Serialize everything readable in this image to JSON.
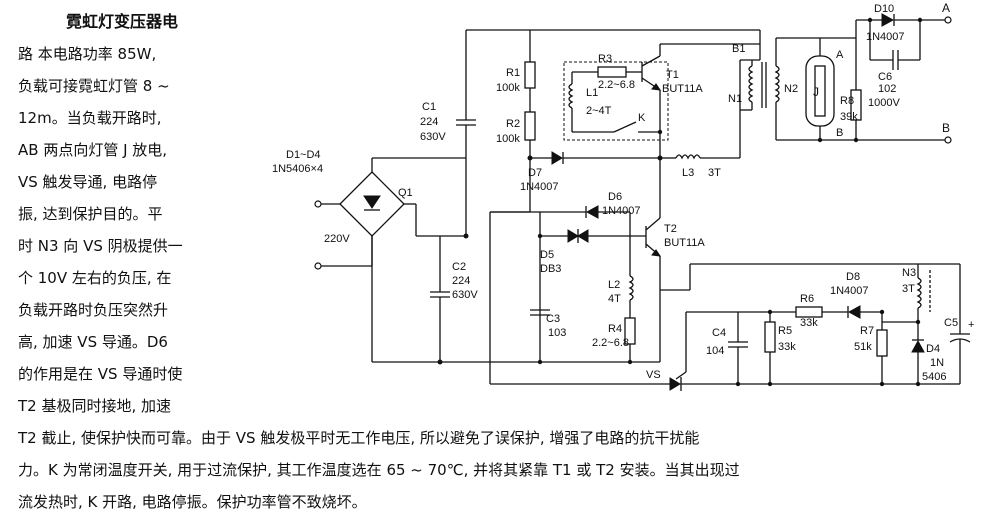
{
  "article": {
    "title": "霓虹灯变压器电",
    "left_lines": [
      "路  本电路功率 85W,",
      "负载可接霓虹灯管 8 ~",
      "12m。当负载开路时,",
      "AB 两点向灯管 J 放电,",
      "VS 触发导通, 电路停",
      "振, 达到保护目的。平",
      "时 N3 向 VS 阴极提供一",
      "个 10V 左右的负压, 在",
      "负载开路时负压突然升",
      "高, 加速 VS 导通。D6",
      "的作用是在 VS 导通时使",
      "T2 基极同时接地, 加速"
    ],
    "bottom_lines": [
      "T2 截止, 使保护快而可靠。由于 VS 触发极平时无工作电压, 所以避免了误保护, 增强了电路的抗干扰能",
      "力。K 为常闭温度开关, 用于过流保护, 其工作温度选在 65 ~ 70℃, 并将其紧靠 T1 或 T2 安装。当其出现过",
      "流发热时, K 开路, 电路停振。保护功率管不致烧坏。"
    ]
  },
  "schematic": {
    "bridge": {
      "name": "D1~D4",
      "part": "1N5406×4",
      "q": "Q1",
      "mains": "220V"
    },
    "c1": {
      "name": "C1",
      "value": "224",
      "voltage": "630V"
    },
    "c2": {
      "name": "C2",
      "value": "224",
      "voltage": "630V"
    },
    "r1": {
      "name": "R1",
      "value": "100k"
    },
    "r2": {
      "name": "R2",
      "value": "100k"
    },
    "r3": {
      "name": "R3",
      "value": "2.2~6.8"
    },
    "l1": {
      "name": "L1",
      "value": "2~4T"
    },
    "t1": {
      "name": "T1",
      "part": "BUT11A"
    },
    "k": {
      "name": "K"
    },
    "n1": "N1",
    "n2": "N2",
    "b1": "B1",
    "l3": {
      "name": "L3",
      "value": "3T"
    },
    "d7": {
      "name": "D7",
      "part": "1N4007"
    },
    "d6": {
      "name": "D6",
      "part": "1N4007"
    },
    "d5": {
      "name": "D5",
      "part": "DB3"
    },
    "t2": {
      "name": "T2",
      "part": "BUT11A"
    },
    "l2": {
      "name": "L2",
      "value": "4T"
    },
    "c3": {
      "name": "C3",
      "value": "103"
    },
    "r4": {
      "name": "R4",
      "value": "2.2~6.8"
    },
    "vs": "VS",
    "c4": {
      "name": "C4",
      "value": "104"
    },
    "r5": {
      "name": "R5",
      "value": "33k"
    },
    "r6": {
      "name": "R6",
      "value": "33k"
    },
    "d8": {
      "name": "D8",
      "part": "1N4007"
    },
    "r7": {
      "name": "R7",
      "value": "51k"
    },
    "n3": {
      "name": "N3",
      "value": "3T"
    },
    "d4": {
      "name": "D4",
      "part_a": "1N",
      "part_b": "5406"
    },
    "c5": {
      "name": "C5",
      "plus": "+"
    },
    "d10": {
      "name": "D10",
      "part": "1N4007"
    },
    "c6": {
      "name": "C6",
      "value": "102",
      "voltage": "1000V"
    },
    "r8": {
      "name": "R8",
      "value": "39k"
    },
    "lamp": {
      "name": "J",
      "a": "A",
      "b": "B"
    },
    "out_a": "A",
    "out_b": "B"
  }
}
